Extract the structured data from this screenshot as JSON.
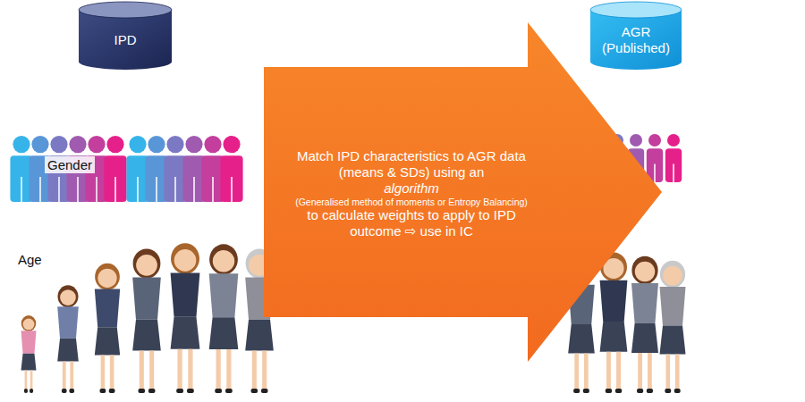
{
  "diagram": {
    "nodes": [
      {
        "text": [
          "IPD"
        ]
      },
      {
        "text": [
          "AGR (Published)"
        ]
      },
      {
        "text": [
          "Match IPD characteristics to AGR data (means & SDs) using an",
          "algorithm",
          "(Generalised method of moments or Entropy Balancing)",
          "to calculate weights to apply to IPD outcome ⇨ use in IC"
        ]
      }
    ],
    "labels": [
      "Gender",
      "Age"
    ]
  }
}
